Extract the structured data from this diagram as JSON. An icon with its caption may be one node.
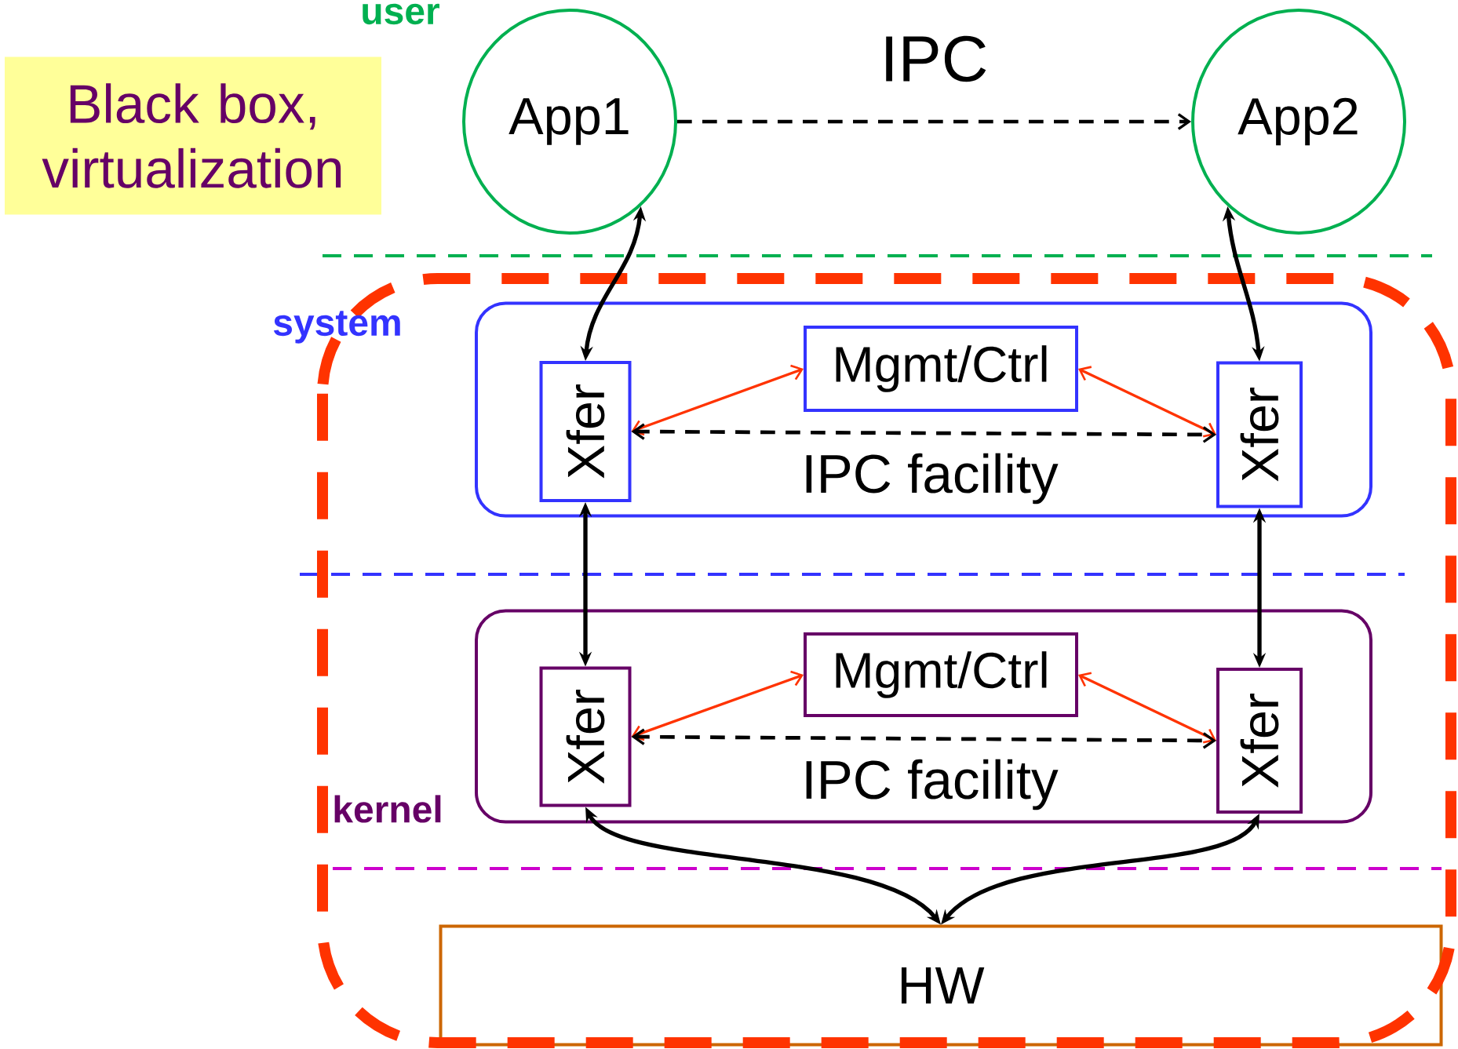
{
  "diagram": {
    "nodes": [
      {
        "text": [
          "Black box, virtualization"
        ]
      },
      {
        "text": [
          "App1"
        ]
      },
      {
        "text": [
          "App2"
        ]
      },
      {
        "text": [
          "IPC facility"
        ]
      },
      {
        "text": [
          "Xfer"
        ],
        "in": 3
      },
      {
        "text": [
          "Mgmt/Ctrl"
        ],
        "in": 3
      },
      {
        "text": [
          "Xfer"
        ],
        "in": 3
      },
      {
        "text": [
          "IPC facility"
        ]
      },
      {
        "text": [
          "Xfer"
        ],
        "in": 7
      },
      {
        "text": [
          "Mgmt/Ctrl"
        ],
        "in": 7
      },
      {
        "text": [
          "Xfer"
        ],
        "in": 7
      },
      {
        "text": [
          "HW"
        ]
      }
    ],
    "edges": [
      {
        "from": 1,
        "to": 2,
        "arrow": "to",
        "style": "dashed",
        "label": "IPC"
      },
      {
        "from": 1,
        "to": 4,
        "arrow": "both"
      },
      {
        "from": 2,
        "to": 6,
        "arrow": "both"
      },
      {
        "from": 4,
        "to": 5,
        "arrow": "both",
        "color": "#ff3300"
      },
      {
        "from": 5,
        "to": 6,
        "arrow": "both",
        "color": "#ff3300"
      },
      {
        "from": 4,
        "to": 6,
        "arrow": "both",
        "style": "dashed"
      },
      {
        "from": 4,
        "to": 8,
        "arrow": "both"
      },
      {
        "from": 6,
        "to": 10,
        "arrow": "both"
      },
      {
        "from": 8,
        "to": 9,
        "arrow": "both",
        "color": "#ff3300"
      },
      {
        "from": 9,
        "to": 10,
        "arrow": "both",
        "color": "#ff3300"
      },
      {
        "from": 8,
        "to": 10,
        "arrow": "both",
        "style": "dashed"
      },
      {
        "from": 8,
        "to": 11,
        "arrow": "both"
      },
      {
        "from": 10,
        "to": 11,
        "arrow": "both"
      }
    ],
    "labels": [
      "user",
      "system",
      "kernel"
    ]
  }
}
